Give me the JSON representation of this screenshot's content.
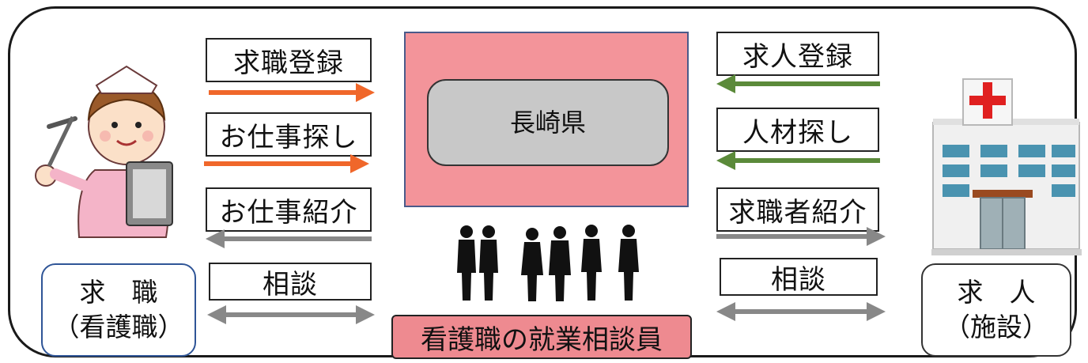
{
  "prefecture": {
    "name": "長崎県"
  },
  "seeker_flows": {
    "register": "求職登録",
    "job_search": "お仕事探し",
    "job_referral": "お仕事紹介",
    "consult": "相談"
  },
  "employer_flows": {
    "register": "求人登録",
    "talent_search": "人材探し",
    "seeker_referral": "求職者紹介",
    "consult": "相談"
  },
  "counselor_label": "看護職の就業相談員",
  "seeker_role": {
    "line1": "求　職",
    "line2": "（看護職）"
  },
  "employer_role": {
    "line1": "求　人",
    "line2": "（施設）"
  },
  "colors": {
    "seeker_arrow": "#f0672a",
    "employer_arrow": "#5b8a3a",
    "referral_arrow": "#888888",
    "prefecture_fill": "#f3949a",
    "counselor_fill": "#ee8a90"
  },
  "icons": [
    "nurse-illustration",
    "hospital-illustration",
    "counselors-silhouette"
  ]
}
